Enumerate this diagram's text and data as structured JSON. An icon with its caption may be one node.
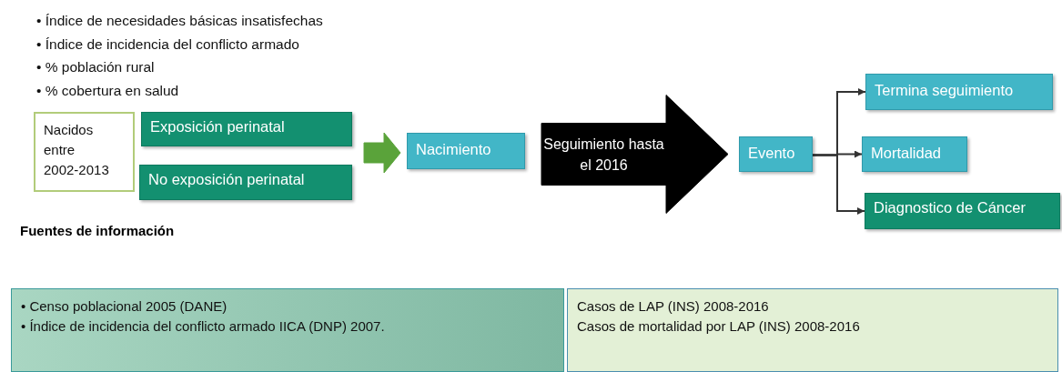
{
  "diagram": {
    "nodes": [
      {
        "text": [
          "Nacidos entre 2002-2013"
        ]
      },
      {
        "text": [
          "Exposición perinatal"
        ]
      },
      {
        "text": [
          "No exposición perinatal"
        ]
      },
      {
        "text": [
          "Nacimiento"
        ]
      },
      {
        "text": [
          "Evento"
        ]
      },
      {
        "text": [
          "Termina seguimiento"
        ]
      },
      {
        "text": [
          "Mortalidad"
        ]
      },
      {
        "text": [
          "Diagnostico de Cáncer"
        ]
      },
      {
        "text": [
          "• Censo poblacional 2005 (DANE)",
          "• Índice de incidencia del conflicto armado IICA (DNP) 2007."
        ]
      },
      {
        "text": [
          "Casos de LAP (INS) 2008-2016",
          "Casos de mortalidad por LAP (INS) 2008-2016"
        ]
      }
    ],
    "edges": [
      {
        "from": 1,
        "to": 3,
        "arrow": "to",
        "style": "thick",
        "color": "#5aa33a"
      },
      {
        "from": 2,
        "to": 3,
        "arrow": "to",
        "style": "thick",
        "color": "#5aa33a"
      },
      {
        "from": 3,
        "to": 4,
        "arrow": "to",
        "style": "thick",
        "color": "#000000",
        "label": "Seguimiento hasta el 2016"
      },
      {
        "from": 4,
        "to": 5,
        "arrow": "to"
      },
      {
        "from": 4,
        "to": 6,
        "arrow": "to"
      },
      {
        "from": 4,
        "to": 7,
        "arrow": "to"
      }
    ],
    "labels": [
      "• Índice de necesidades básicas insatisfechas",
      "• Índice de incidencia del conflicto armado",
      "• % población rural",
      "• % cobertura en salud",
      "Fuentes de información"
    ]
  }
}
